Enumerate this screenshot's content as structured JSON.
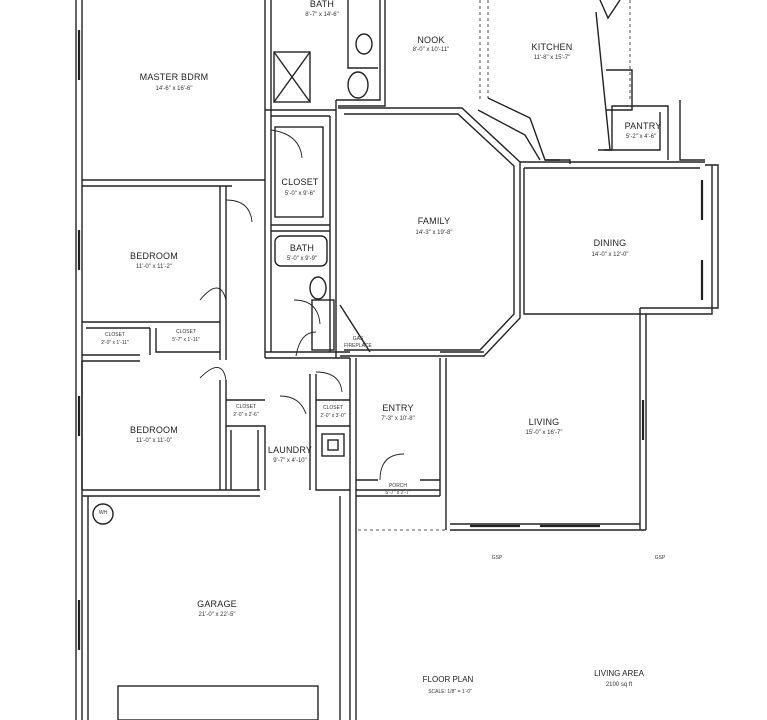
{
  "rooms": {
    "bath1": {
      "name": "BATH",
      "dims": "8'-7\" x 14'-6\""
    },
    "nook": {
      "name": "NOOK",
      "dims": "8'-0\" x 10'-11\""
    },
    "kitchen": {
      "name": "KITCHEN",
      "dims": "11'-8\" x 15'-7\""
    },
    "master": {
      "name": "MASTER BDRM",
      "dims": "14'-6\" x 16'-6\""
    },
    "pantry": {
      "name": "PANTRY",
      "dims": "5'-2\" x 4'-6\""
    },
    "closet_master": {
      "name": "CLOSET",
      "dims": "5'-0\" x 9'-6\""
    },
    "family": {
      "name": "FAMILY",
      "dims": "14'-3\" x 19'-8\""
    },
    "bath2": {
      "name": "BATH",
      "dims": "5'-0\" x 9'-9\""
    },
    "dining": {
      "name": "DINING",
      "dims": "14'-0\" x 12'-0\""
    },
    "bedroom1": {
      "name": "BEDROOM",
      "dims": "11'-0\" x 11'-2\""
    },
    "closet_b1a": {
      "name": "CLOSET",
      "dims": "2'-0\" x 1'-11\""
    },
    "closet_b1b": {
      "name": "CLOSET",
      "dims": "5'-7\" x 1'-11\""
    },
    "gas_fireplace": {
      "line1": "GAS",
      "line2": "FIREPLACE"
    },
    "entry": {
      "name": "ENTRY",
      "dims": "7'-3\" x 10'-8\""
    },
    "living": {
      "name": "LIVING",
      "dims": "15'-0\" x 16'-7\""
    },
    "bedroom2": {
      "name": "BEDROOM",
      "dims": "11'-0\" x 11'-0\""
    },
    "closet_b2": {
      "name": "CLOSET",
      "dims": "2'-0\" x 2'-6\""
    },
    "closet_entry": {
      "name": "CLOSET",
      "dims": "2'-0\" x 3'-0\""
    },
    "laundry": {
      "name": "LAUNDRY",
      "dims": "9'-7\" x 4'-10\""
    },
    "porch": {
      "name": "PORCH",
      "dims": "5'-7\" x 2'-7\""
    },
    "wh": {
      "name": "WH"
    },
    "garage": {
      "name": "GARAGE",
      "dims": "21'-0\" x 22'-5\""
    }
  },
  "markers": {
    "gsp_left": "GSP",
    "gsp_right": "GSP"
  },
  "footer": {
    "plan_title": "FLOOR PLAN",
    "scale": "SCALE: 1/8\" = 1'-0\"",
    "area_title": "LIVING AREA",
    "area_value": "2100 sq ft"
  }
}
